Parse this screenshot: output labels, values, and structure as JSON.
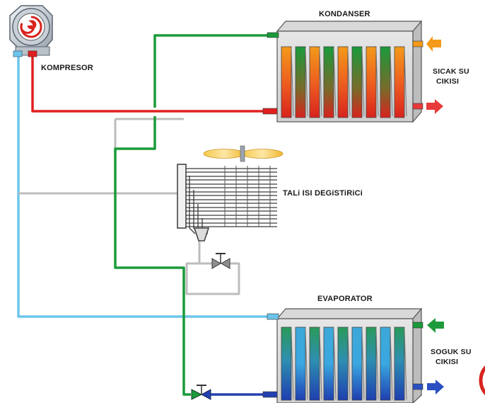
{
  "labels": {
    "compressor": "KOMPRESOR",
    "condenser": "KONDANSER",
    "hot_water_line1": "SICAK SU",
    "hot_water_line2": "CIKISI",
    "aux_heat_exchanger": "TALi ISI DEGiSTiRiCi",
    "evaporator": "EVAPORATOR",
    "cold_water_line1": "SOGUK SU",
    "cold_water_line2": "CIKISI"
  },
  "colors": {
    "hot_gas_line": "#e02020",
    "liquid_line": "#1a9a3a",
    "suction_line": "#6cc5ea",
    "bypass_line": "#bdbdbd",
    "cold_liquid_line": "#2340b0",
    "hot_water_arrow_in": "#f39a1a",
    "hot_water_arrow_out": "#e83a3a",
    "cold_water_arrow_in": "#1f9a3a",
    "cold_water_arrow_out": "#2a4fc0"
  }
}
